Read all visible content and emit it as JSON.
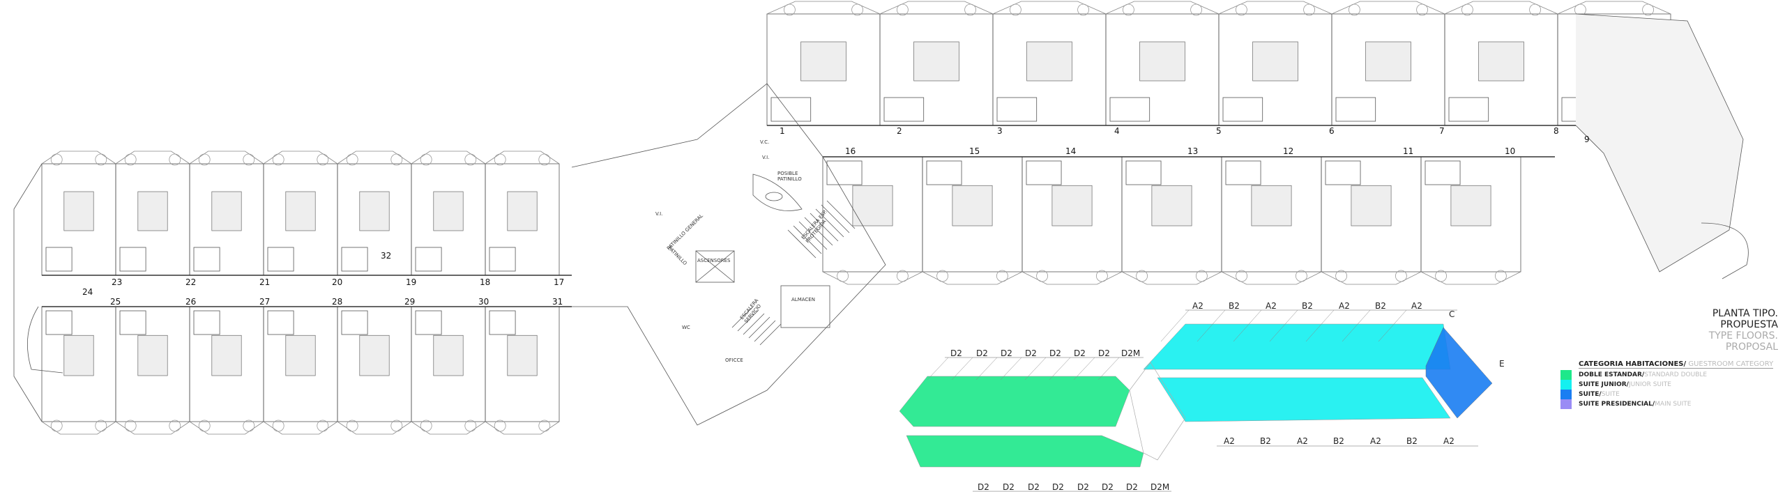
{
  "title": {
    "main": "PLANTA TIPO. PROPUESTA",
    "sub": "TYPE FLOORS. PROPOSAL"
  },
  "legend": {
    "heading": "CATEGORIA HABITACIONES/",
    "heading_en": " GUESTROOM CATEGORY",
    "items": [
      {
        "label": "DOBLE ESTANDAR/",
        "label_en": " STANDARD DOUBLE",
        "color": "#1de88a"
      },
      {
        "label": "SUITE JUNIOR/",
        "label_en": " JUNIOR SUITE",
        "color": "#14f0f0"
      },
      {
        "label": "SUITE/",
        "label_en": " SUITE",
        "color": "#1a7ef2"
      },
      {
        "label": "SUITE PRESIDENCIAL/",
        "label_en": " MAIN SUITE",
        "color": "#9a8cf5"
      }
    ]
  },
  "rooms": {
    "right_upper": [
      "1",
      "2",
      "3",
      "4",
      "5",
      "6",
      "7",
      "8"
    ],
    "right_end": "9",
    "right_lower": [
      "16",
      "15",
      "14",
      "13",
      "12",
      "11",
      "10"
    ],
    "left_upper": [
      "23",
      "22",
      "21",
      "20",
      "19",
      "18",
      "17"
    ],
    "left_end": "24",
    "left_lower": [
      "25",
      "26",
      "27",
      "28",
      "29",
      "30",
      "31"
    ],
    "core": "32"
  },
  "core_labels": {
    "vi_1": "V.I.",
    "vc": "V.C.",
    "vi_2": "V.I.",
    "posible_patinillo_1": "POSIBLE",
    "posible_patinillo_2": "PATINILLO",
    "patinillo_general": "PATINILLO GENERAL",
    "patinillo": "PATINILLO",
    "ascensores": "ASCENSORES",
    "escalera_esp_1": "ESCALERA ESP.",
    "escalera_esp_2": "PROTEGIDA",
    "almacen": "ALMACEN",
    "escalera_servicio_1": "ESCALERA",
    "escalera_servicio_2": "SERVICIO",
    "wc": "WC",
    "oficce": "OFICCE"
  },
  "category_diagram": {
    "top_right": [
      "A2",
      "B2",
      "A2",
      "B2",
      "A2",
      "B2",
      "A2"
    ],
    "corner_c": "C",
    "corner_e": "E",
    "bottom_right": [
      "A2",
      "B2",
      "A2",
      "B2",
      "A2",
      "B2",
      "A2"
    ],
    "top_left": [
      "D2",
      "D2",
      "D2",
      "D2",
      "D2",
      "D2",
      "D2",
      "D2M"
    ],
    "bottom_left": [
      "D2",
      "D2",
      "D2",
      "D2",
      "D2",
      "D2",
      "D2",
      "D2M"
    ]
  }
}
